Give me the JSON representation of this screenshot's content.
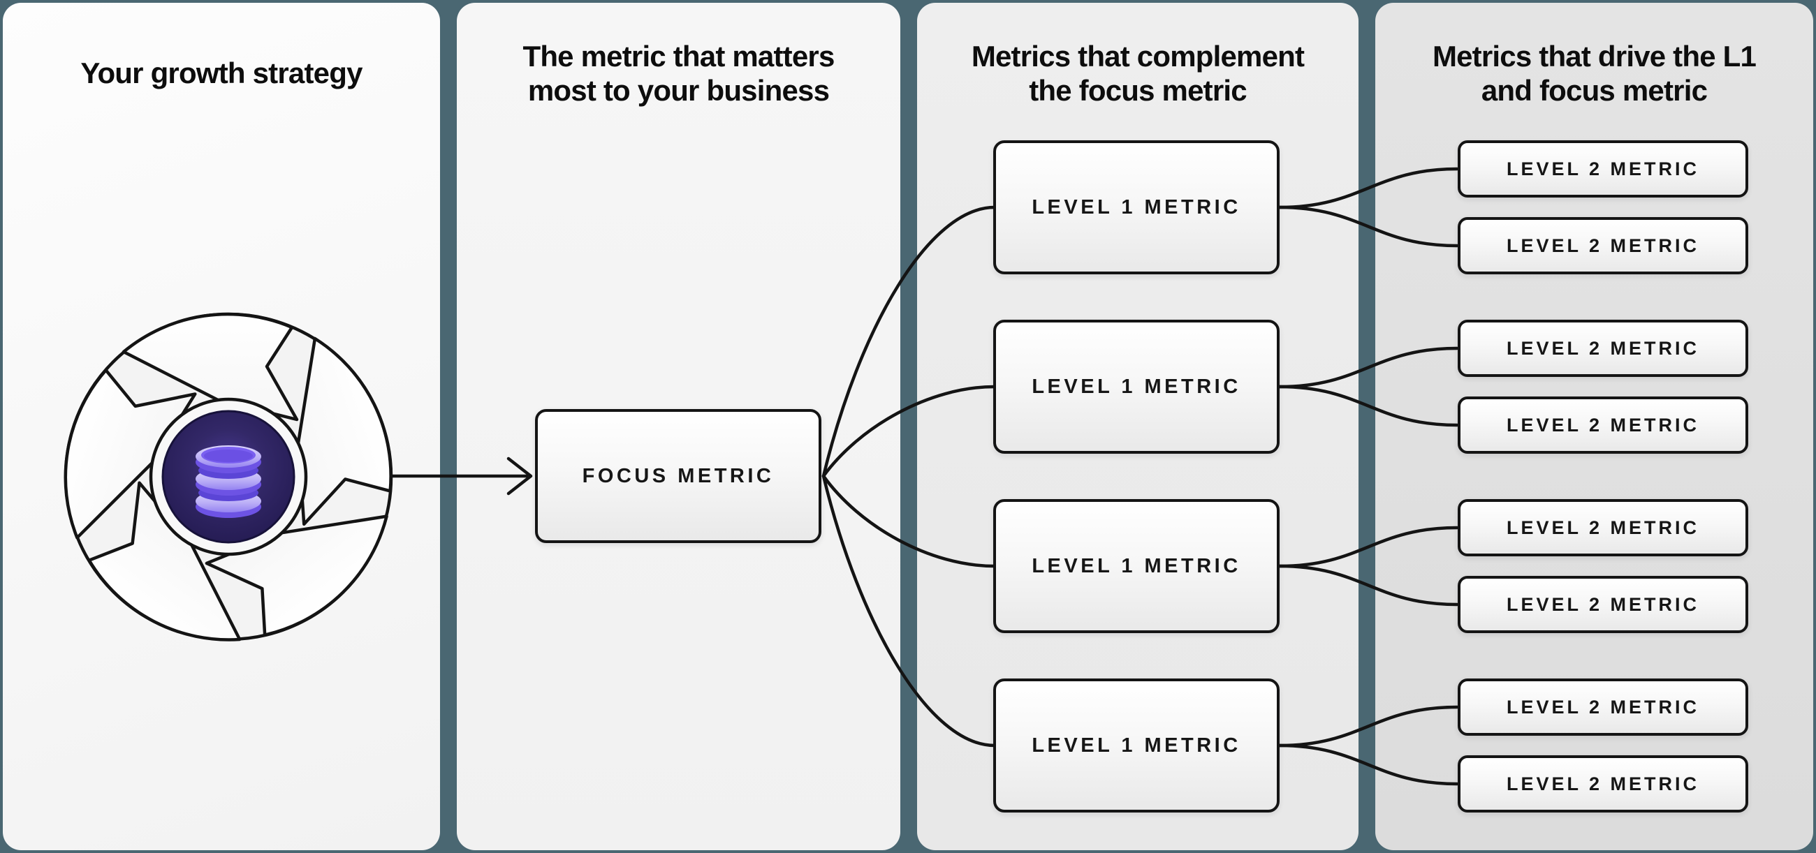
{
  "panels": [
    {
      "title_lines": [
        "Your growth strategy"
      ]
    },
    {
      "title_lines": [
        "The metric that matters",
        "most to your business"
      ]
    },
    {
      "title_lines": [
        "Metrics that complement",
        "the focus metric"
      ]
    },
    {
      "title_lines": [
        "Metrics that drive the L1",
        "and focus metric"
      ]
    }
  ],
  "labels": {
    "focus": "FOCUS METRIC",
    "level1": "LEVEL 1 METRIC",
    "level2": "LEVEL 2 METRIC"
  },
  "counts": {
    "level1_boxes": 4,
    "level2_boxes": 8
  },
  "icons": {
    "flywheel": "flywheel-icon",
    "database": "database-icon",
    "arrow": "arrow-right-icon"
  },
  "colors": {
    "background_teal": "#4a6772",
    "line_black": "#141414",
    "hub_indigo_dark": "#241b52",
    "hub_indigo_glow": "#4a3a94",
    "db_lavender": "#cfc8fa",
    "db_purple": "#7a5ff0",
    "db_purple_deep": "#5b45d6"
  }
}
